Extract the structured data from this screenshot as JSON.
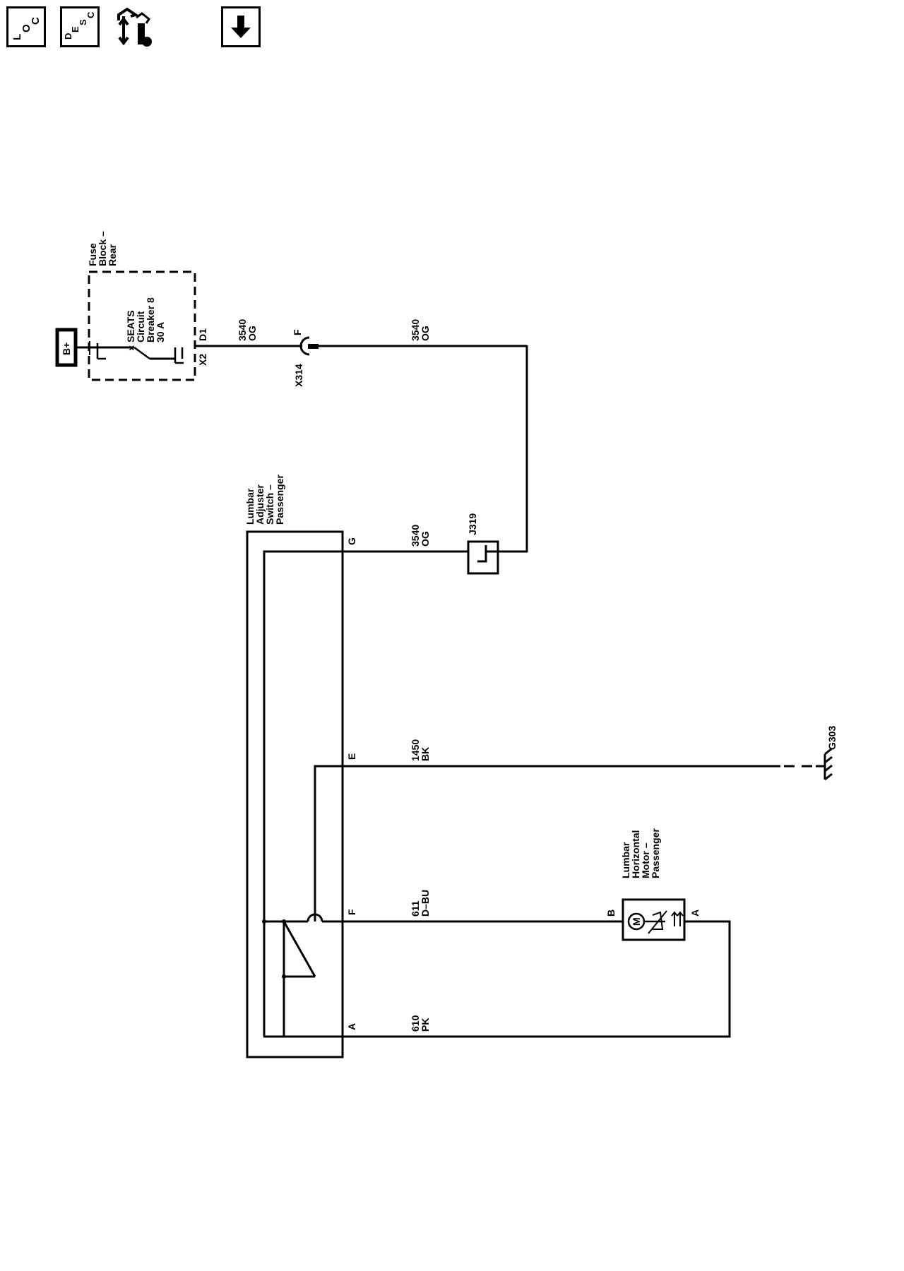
{
  "toolbar": {
    "loc_button": {
      "letters": [
        "L",
        "O",
        "C"
      ]
    },
    "desc_button": {
      "letters": [
        "D",
        "E",
        "S",
        "C"
      ]
    },
    "connector_icon": "connector-wrench-icon",
    "down_icon": "arrow-down-icon"
  },
  "diagram": {
    "power": {
      "label": "B+"
    },
    "fuse_block": {
      "title": [
        "Fuse",
        "Block –",
        "Rear"
      ],
      "breaker": [
        "SEATS",
        "Circuit",
        "Breaker 8",
        "30 A"
      ],
      "pin_in": "X2",
      "pin_out": "D1"
    },
    "wire_3540_a": {
      "circuit": "3540",
      "color": "OG"
    },
    "inline_connector": {
      "name": "X314",
      "pin": "F"
    },
    "wire_3540_b": {
      "circuit": "3540",
      "color": "OG"
    },
    "wire_3540_c": {
      "circuit": "3540",
      "color": "OG"
    },
    "splice": {
      "name": "J319"
    },
    "switch": {
      "title": [
        "Lumbar",
        "Adjuster",
        "Switch –",
        "Passenger"
      ],
      "pin_g": "G",
      "pin_e": "E",
      "pin_f": "F",
      "pin_a": "A"
    },
    "wire_1450": {
      "circuit": "1450",
      "color": "BK"
    },
    "ground": {
      "name": "G303"
    },
    "wire_611": {
      "circuit": "611",
      "color": "D–BU"
    },
    "wire_610": {
      "circuit": "610",
      "color": "PK"
    },
    "motor": {
      "title": [
        "Lumbar",
        "Horizontal",
        "Motor –",
        "Passenger"
      ],
      "pin_b": "B",
      "pin_a": "A",
      "symbol": "M"
    }
  }
}
